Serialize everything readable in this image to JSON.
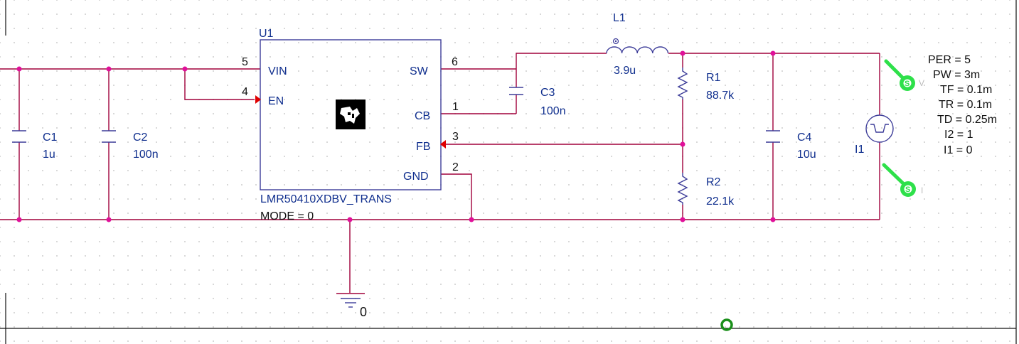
{
  "parts": {
    "u1": {
      "ref": "U1",
      "model": "LMR50410XDBV_TRANS",
      "property": "MODE = 0",
      "pins": {
        "vin": {
          "name": "VIN",
          "num": "5"
        },
        "en": {
          "name": "EN",
          "num": "4"
        },
        "sw": {
          "name": "SW",
          "num": "6"
        },
        "cb": {
          "name": "CB",
          "num": "1"
        },
        "fb": {
          "name": "FB",
          "num": "3"
        },
        "gnd": {
          "name": "GND",
          "num": "2"
        }
      }
    },
    "c1": {
      "ref": "C1",
      "value": "1u"
    },
    "c2": {
      "ref": "C2",
      "value": "100n"
    },
    "c3": {
      "ref": "C3",
      "value": "100n"
    },
    "c4": {
      "ref": "C4",
      "value": "10u"
    },
    "l1": {
      "ref": "L1",
      "value": "3.9u"
    },
    "r1": {
      "ref": "R1",
      "value": "88.7k"
    },
    "r2": {
      "ref": "R2",
      "value": "22.1k"
    },
    "i1": {
      "ref": "I1",
      "params": [
        "PER = 5",
        "PW = 3m",
        "TF = 0.1m",
        "TR = 0.1m",
        "TD = 0.25m",
        "I2 = 1",
        "I1 = 0"
      ]
    },
    "ground": {
      "label": "0"
    }
  },
  "probes": {
    "voltage": {
      "glyph": "S",
      "label": "V"
    },
    "current": {
      "glyph": "S",
      "label": "I"
    }
  },
  "colors": {
    "wire": "#a0003a",
    "part": "#3d3d99",
    "junction": "#e0109a",
    "label": "#102f8e",
    "probe": "#2ee04a",
    "marker": "#1a8f1a"
  }
}
